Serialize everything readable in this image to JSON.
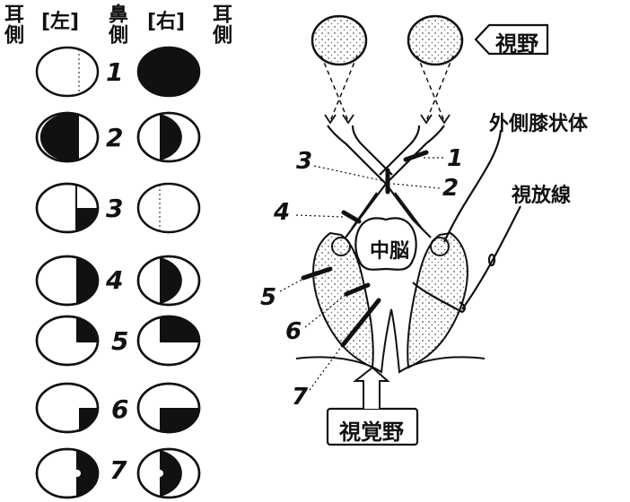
{
  "headers": {
    "ear_left": "耳側",
    "left_eye": "[左]",
    "nose": "鼻側",
    "right_eye": "[右]",
    "ear_right": "耳側"
  },
  "rows": [
    "1",
    "2",
    "3",
    "4",
    "5",
    "6",
    "7"
  ],
  "labels": {
    "visual_field": "視野",
    "lgn": "外側膝状体",
    "optic_radiation": "視放線",
    "midbrain": "中脳",
    "visual_cortex": "視覚野"
  },
  "pathway_numbers": [
    "1",
    "2",
    "3",
    "4",
    "5",
    "6",
    "7"
  ]
}
